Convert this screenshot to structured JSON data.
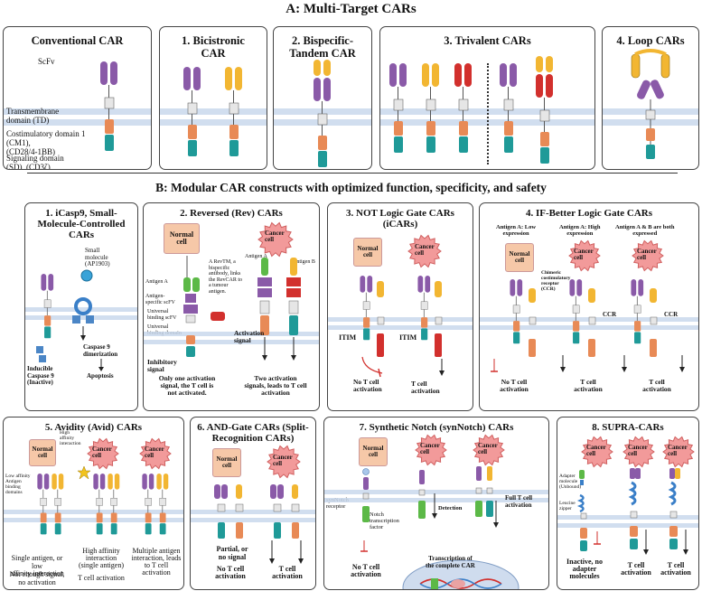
{
  "section_a": {
    "title": "A: Multi-Target CARs",
    "panels": {
      "conventional": "Conventional CAR",
      "bicistronic": "1.  Bicistronic\nCAR",
      "tandem": "2. Bispecific-\nTandem CAR",
      "trivalent": "3. Trivalent CARs",
      "loop": "4. Loop CARs"
    },
    "labels": {
      "scfv": "ScFv",
      "td": "Transmembrane\ndomain (TD)",
      "cm": "Costimulatory domain 1\n(CM1),\n(CD28/4-1BB)",
      "sd": "Signaling domain\n(SD), (CD3ζ)"
    }
  },
  "section_b": {
    "title": "B: Modular CAR constructs with optimized function, specificity, and safety",
    "p1": {
      "title": "1. iCasp9, Small-\nMolecule-Controlled\nCARs",
      "small_molecule": "Small\nmolecule\n(AP1903)",
      "caspase": "Inducible\nCaspase 9\n(Inactive)",
      "dimer": "Caspase 9\ndimerization",
      "apoptosis": "Apoptosis"
    },
    "p2": {
      "title": "2. Reversed (Rev) CARs",
      "normal_cell": "Normal\ncell",
      "cancer_cell": "Cancer\ncell",
      "antigen_a": "Antigen A",
      "antigen_b": "Antigen B",
      "antigen_scfv": "Antigen-\nspecific scFV",
      "universal_scfv": "Universal\nbinding scFV",
      "universal_domain": "Universal\nbinding domain",
      "revtm": "A RevTM, a\nbispecific\nantibody, links\nthe RevCAR to\na tumour\nantigen.",
      "inhibitory": "Inhibitory\nsignal",
      "activation": "Activation\nsignal",
      "cap_left": "Only one activation\nsignal, the T cell is\nnot activated.",
      "cap_right": "Two activation\nsignals, leads to T cell\nactivation"
    },
    "p3": {
      "title": "3. NOT Logic Gate CARs (iCARs)",
      "normal_cell": "Normal\ncell",
      "cancer_cell": "Cancer\ncell",
      "itim": "ITIM",
      "cap_left": "No T cell\nactivation",
      "cap_right": "T cell\nactivation"
    },
    "p4": {
      "title": "4. IF-Better Logic Gate CARs",
      "sub1": "Antigen A: Low\nexpression",
      "sub2": "Antigen A: High\nexpression",
      "sub3": "Antigen A & B are both\nexpressed",
      "normal_cell": "Normal\ncell",
      "cancer_cell": "Cancer\ncell",
      "ccr_desc": "Chimeric\ncostimulatory\nreceptor\n(CCR)",
      "ccr": "CCR",
      "cap1": "No T cell\nactivation",
      "cap2": "T cell\nactivation",
      "cap3": "T cell\nactivation"
    },
    "p5": {
      "title": "5. Avidity (Avid) CARs",
      "normal_cell": "Normal\ncell",
      "cancer_cell": "Cancer\ncell",
      "high_aff": "High\naffinity\ninteraction",
      "low_aff": "Low affinity\nAntigen\nbinding\ndomains",
      "cap1": "Single antigen, or low\naffinity interaction",
      "cap1b": "Not enough signal,\nno activation",
      "cap2": "High affinity\ninteraction\n(single antigen)",
      "cap2b": "T cell activation",
      "cap3": "Multiple antigen\ninteraction, leads\nto T cell\nactivation"
    },
    "p6": {
      "title": "6. AND-Gate CARs (Split-\nRecognition CARs)",
      "normal_cell": "Normal\ncell",
      "cancer_cell": "Cancer\ncell",
      "cap1": "Partial, or\nno signal",
      "cap1b": "No T cell\nactivation",
      "cap2": "T cell\nactivation"
    },
    "p7": {
      "title": "7. Synthetic Notch (synNotch) CARs",
      "normal_cell": "Normal\ncell",
      "cancer_cell": "Cancer\ncell",
      "receptor": "synNotch\nreceptor",
      "factor": "Notch\ntranscription\nfactor",
      "detection": "Detection",
      "full": "Full T cell\nactivation",
      "cap1": "No T cell\nactivation",
      "transcription": "Transcription of\nthe complete CAR"
    },
    "p8": {
      "title": "8. SUPRA-CARs",
      "cancer_cell": "Cancer\ncell",
      "adapter": "Adapter\nmolecule\n(Unbound)",
      "zipper": "Leucine\nzipper",
      "cap1": "Inactive, no\nadapter\nmolecules",
      "cap2": "T cell\nactivation",
      "cap3": "T cell\nactivation"
    }
  },
  "colors": {
    "purple": "#8a5aa8",
    "yellow": "#f2b632",
    "red": "#d2302d",
    "green": "#5cb947",
    "orange": "#e88a56",
    "teal": "#1f9a98",
    "gray": "#d9d9d9",
    "membrane": "#c9d8ec",
    "cancer": "#f29a9a",
    "normal": "#f6c8a8",
    "blue": "#3a7fc8"
  }
}
